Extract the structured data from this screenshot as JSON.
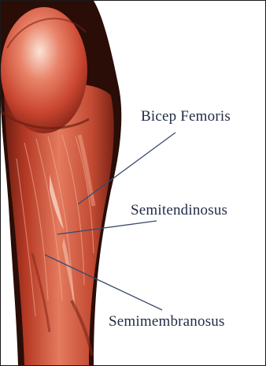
{
  "figure": {
    "labels": {
      "bicep_femoris": "Bicep Femoris",
      "semitendinosus": "Semitendinosus",
      "semimembranosus": "Semimembranosus"
    },
    "colors": {
      "muscle_dark": "#8e2a1c",
      "muscle_mid": "#c9452f",
      "muscle_light": "#e9846a",
      "highlight": "#f6c3ae",
      "outline": "#1a1a1a",
      "label_text": "#1f2a44",
      "leader_line": "#3b4a6b"
    }
  }
}
